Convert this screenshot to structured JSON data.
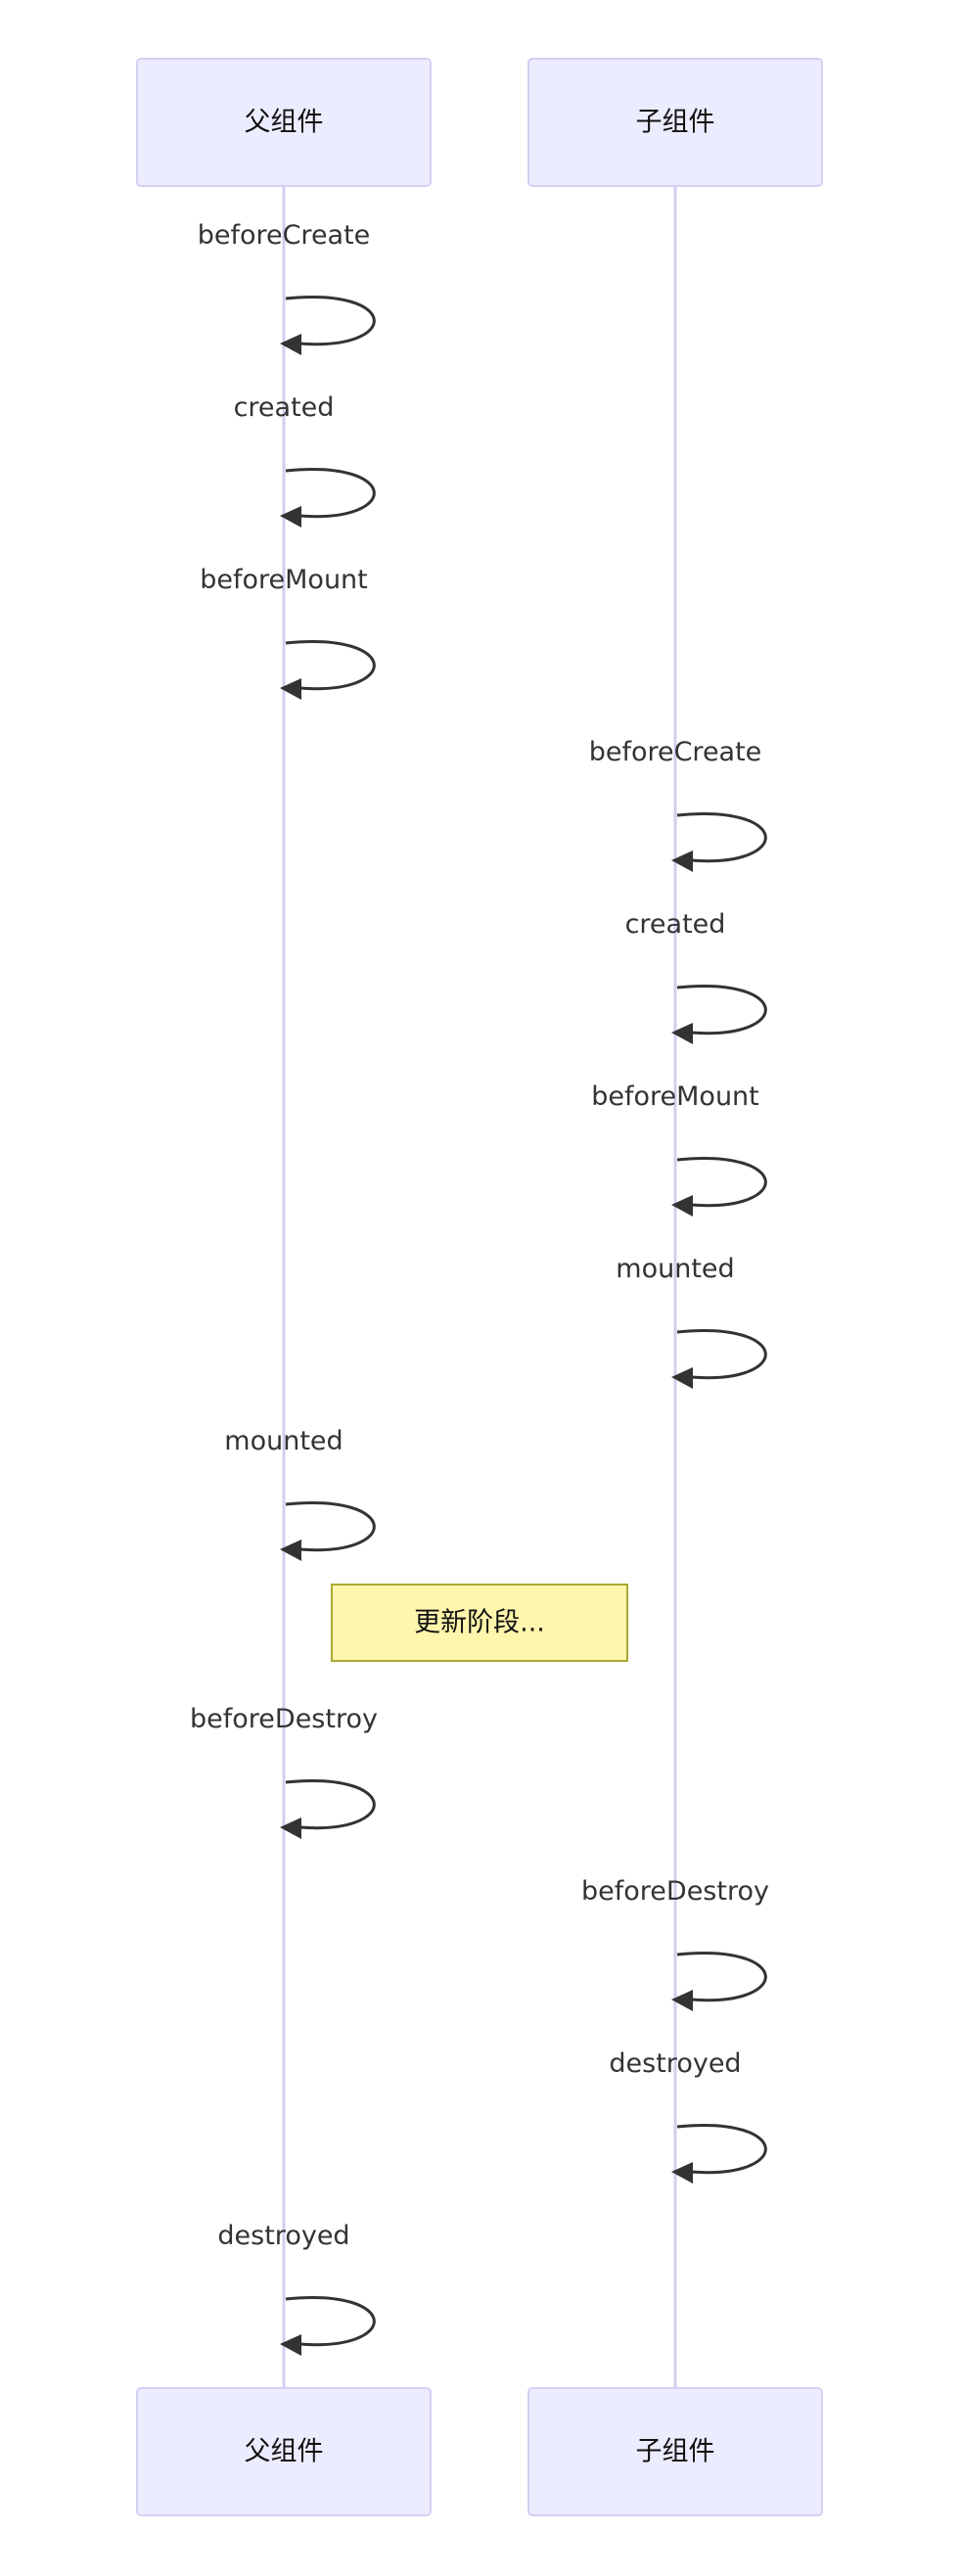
{
  "diagram": {
    "type": "sequence",
    "participants": [
      {
        "id": "parent",
        "label": "父组件"
      },
      {
        "id": "child",
        "label": "子组件"
      }
    ],
    "messages": [
      {
        "from": "parent",
        "to": "parent",
        "text": "beforeCreate"
      },
      {
        "from": "parent",
        "to": "parent",
        "text": "created"
      },
      {
        "from": "parent",
        "to": "parent",
        "text": "beforeMount"
      },
      {
        "from": "child",
        "to": "child",
        "text": "beforeCreate"
      },
      {
        "from": "child",
        "to": "child",
        "text": "created"
      },
      {
        "from": "child",
        "to": "child",
        "text": "beforeMount"
      },
      {
        "from": "child",
        "to": "child",
        "text": "mounted"
      },
      {
        "from": "parent",
        "to": "parent",
        "text": "mounted"
      },
      {
        "note": true,
        "over": [
          "parent",
          "child"
        ],
        "text": "更新阶段..."
      },
      {
        "from": "parent",
        "to": "parent",
        "text": "beforeDestroy"
      },
      {
        "from": "child",
        "to": "child",
        "text": "beforeDestroy"
      },
      {
        "from": "child",
        "to": "child",
        "text": "destroyed"
      },
      {
        "from": "parent",
        "to": "parent",
        "text": "destroyed"
      }
    ],
    "colors": {
      "actor_fill": "#ECECFF",
      "actor_border": "#D6CFF2",
      "lifeline": "#D5CCF0",
      "arrow": "#333333",
      "note_fill": "#FFF5AD",
      "note_border": "#AAAA33"
    }
  }
}
